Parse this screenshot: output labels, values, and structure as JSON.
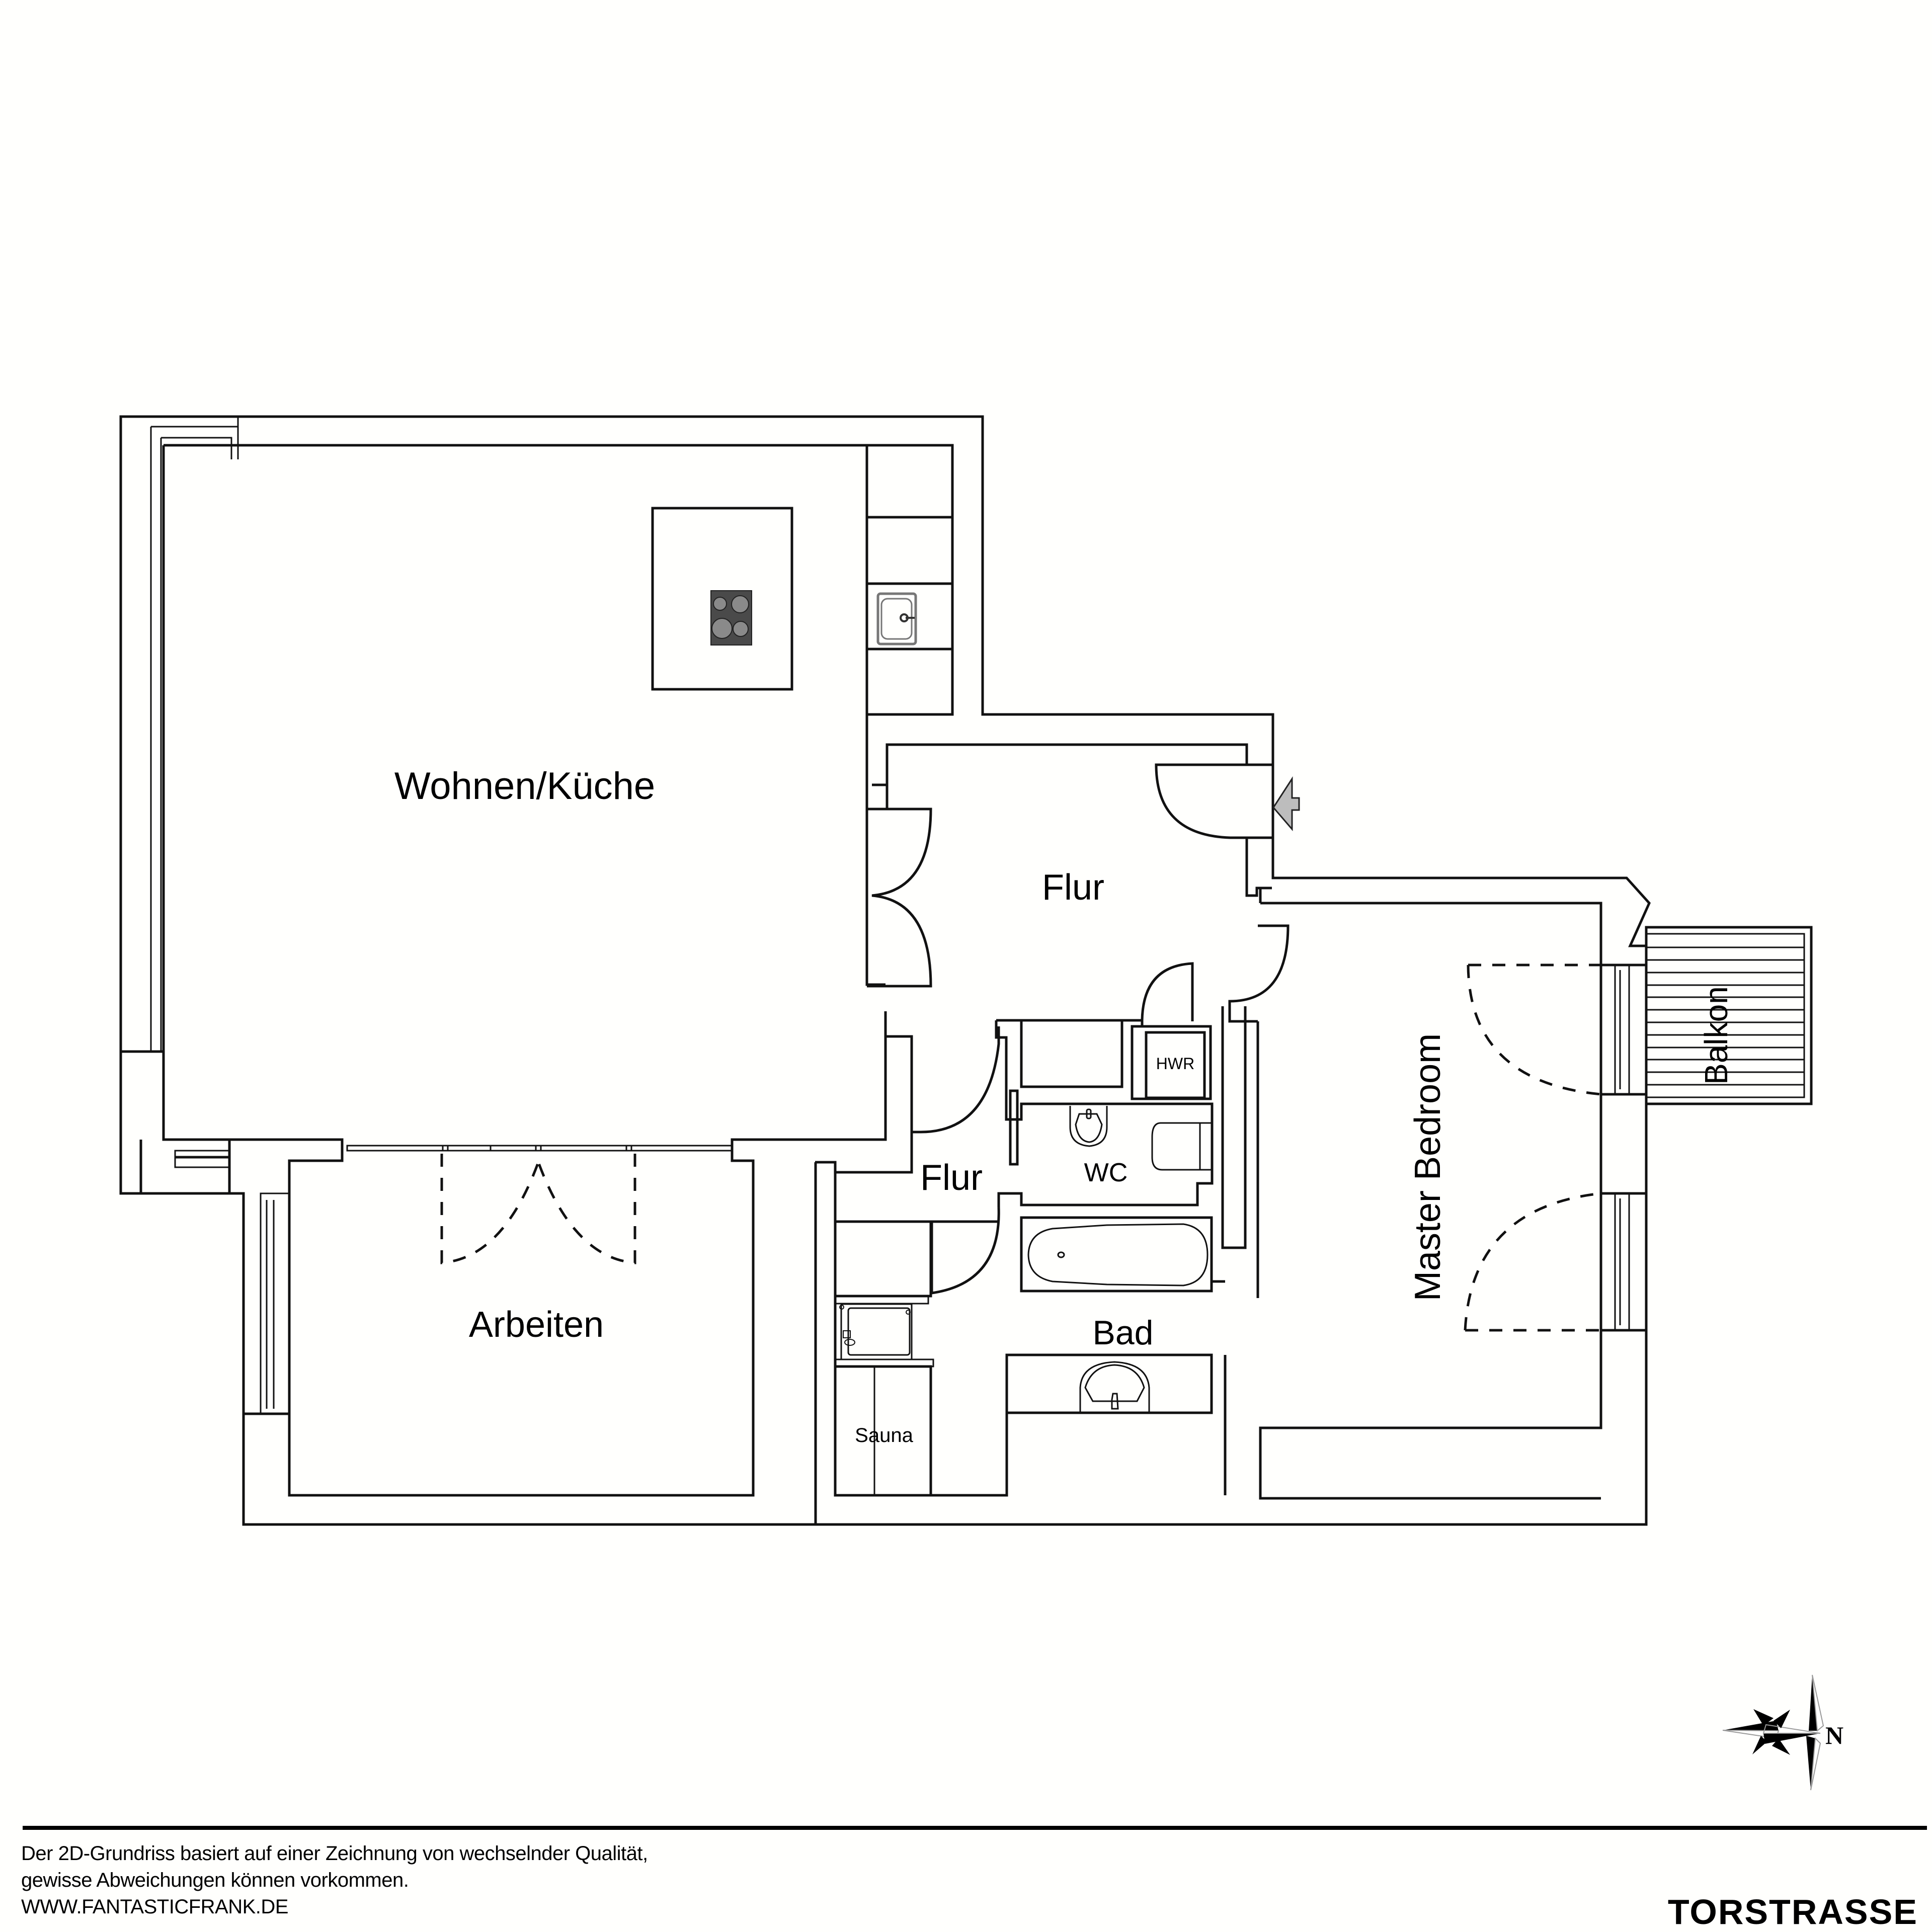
{
  "floor_plan": {
    "rooms": [
      {
        "id": "wohnen_kueche",
        "label": "Wohnen/Küche"
      },
      {
        "id": "flur_upper",
        "label": "Flur"
      },
      {
        "id": "flur_lower",
        "label": "Flur"
      },
      {
        "id": "wc",
        "label": "WC"
      },
      {
        "id": "hwr",
        "label": "HWR"
      },
      {
        "id": "bad",
        "label": "Bad"
      },
      {
        "id": "sauna",
        "label": "Sauna"
      },
      {
        "id": "arbeiten",
        "label": "Arbeiten"
      },
      {
        "id": "master_bedroom",
        "label": "Master Bedroom"
      },
      {
        "id": "balkon",
        "label": "Balkon"
      }
    ],
    "symbols": {
      "entrance": "entrance-arrow-icon",
      "cooktop": "cooktop-icon",
      "kitchen_sink": "kitchen-sink-icon",
      "bathtub": "bathtub-icon",
      "washbasin": "washbasin-icon",
      "toilet": "toilet-icon",
      "sauna_heater": "sauna-heater-icon",
      "compass": "compass-rose-icon"
    },
    "colors": {
      "line": "#111111",
      "cooktop": "#4a4a4a",
      "burner": "#8a8a8a",
      "entrance_arrow": "#bdbdbd",
      "background": "#fffffd"
    }
  },
  "compass": {
    "north_label": "N"
  },
  "footer": {
    "disclaimer_line1": "Der 2D-Grundriss basiert auf einer Zeichnung von wechselnder Qualität,",
    "disclaimer_line2": "gewisse Abweichungen können vorkommen.",
    "website": "WWW.FANTASTICFRANK.DE",
    "street": "TORSTRASSE"
  }
}
